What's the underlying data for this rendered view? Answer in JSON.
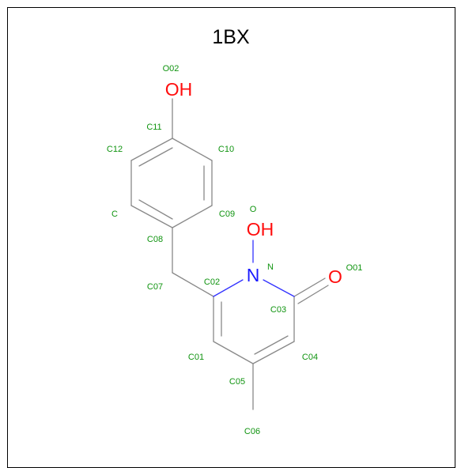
{
  "title": "1BX",
  "colors": {
    "bond": "#888888",
    "nitrogen_bond": "#3232ff",
    "carbon_label": "#109410",
    "oxygen": "#ff0d0d",
    "nitrogen": "#1a1aff",
    "frame": "#000000"
  },
  "heteroatoms": {
    "hydroxyl_top": "OH",
    "n_hydroxyl": "OH",
    "nitrogen": "N",
    "carbonyl_oxygen": "O"
  },
  "atom_labels": {
    "O02": "O02",
    "C11": "C11",
    "C12": "C12",
    "C10": "C10",
    "C": "C",
    "C09": "C09",
    "O": "O",
    "C08": "C08",
    "N": "N",
    "O01": "O01",
    "C07": "C07",
    "C02": "C02",
    "C03": "C03",
    "C01": "C01",
    "C04": "C04",
    "C05": "C05",
    "C06": "C06"
  }
}
